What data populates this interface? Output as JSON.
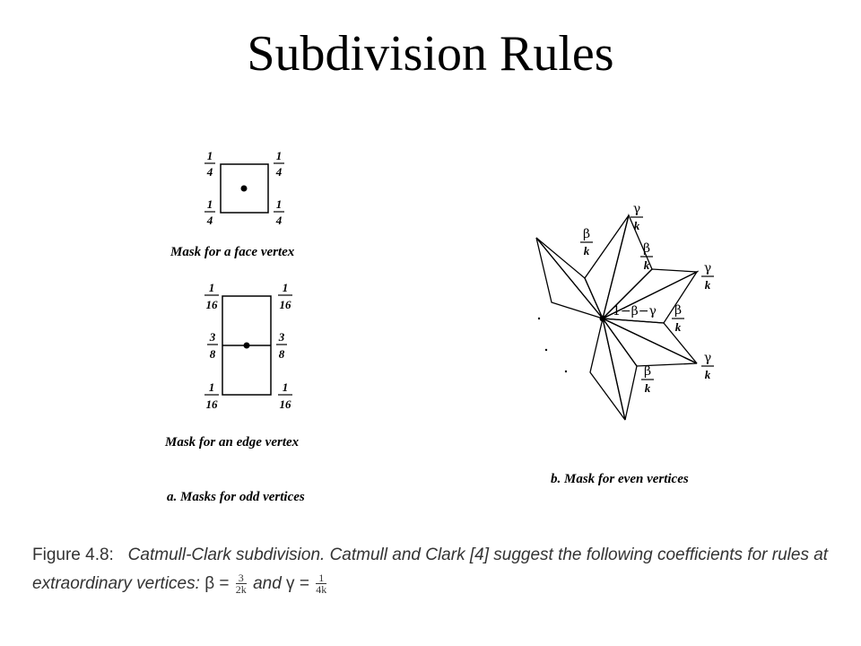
{
  "title": "Subdivision Rules",
  "face_mask": {
    "weights": {
      "top_left": {
        "num": "1",
        "den": "4"
      },
      "top_right": {
        "num": "1",
        "den": "4"
      },
      "bottom_left": {
        "num": "1",
        "den": "4"
      },
      "bottom_right": {
        "num": "1",
        "den": "4"
      }
    },
    "label": "Mask for a face vertex"
  },
  "edge_mask": {
    "weights": {
      "top_left": {
        "num": "1",
        "den": "16"
      },
      "top_right": {
        "num": "1",
        "den": "16"
      },
      "mid_left": {
        "num": "3",
        "den": "8"
      },
      "mid_right": {
        "num": "3",
        "den": "8"
      },
      "bottom_left": {
        "num": "1",
        "den": "16"
      },
      "bottom_right": {
        "num": "1",
        "den": "16"
      }
    },
    "label": "Mask for an edge vertex"
  },
  "odd_caption": "a. Masks for odd vertices",
  "even_mask": {
    "center_label": "1−β−γ",
    "beta": "β",
    "gamma": "γ",
    "k": "k",
    "caption": "b. Mask for even vertices"
  },
  "figure_caption": {
    "lead": "Figure 4.8:",
    "text1": "Catmull-Clark subdivision.  Catmull and Clark [4] suggest the following coefficients for rules at extraordinary vertices:",
    "beta_eq": "β =",
    "beta_num": "3",
    "beta_den": "2k",
    "and": "and",
    "gamma_eq": "γ =",
    "gamma_num": "1",
    "gamma_den": "4k"
  }
}
